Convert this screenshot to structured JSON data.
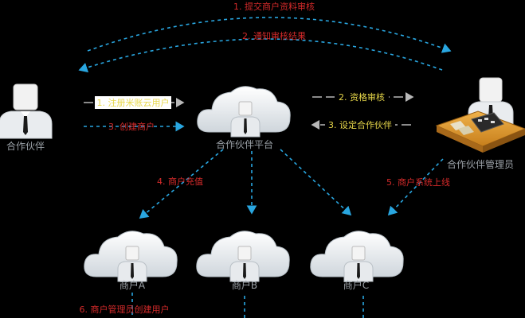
{
  "actors": {
    "partner": "合作伙伴",
    "platform": "合作伙伴平台",
    "admin": "合作伙伴管理员",
    "merchant_a": "商户A",
    "merchant_b": "商户B",
    "merchant_c": "商户C"
  },
  "steps": {
    "s1_submit": "1. 提交商户资料审核",
    "s2_notify": "2. 通知审核结果",
    "s1_register": "1. 注册米账云用户",
    "s2_qualify": "2. 资格审核",
    "s3_set_partner": "3. 设定合作伙伴",
    "s3_create_merchant": "3. 创建商户",
    "s4_recharge": "4. 商户充值",
    "s5_online": "5. 商户系统上线",
    "s6_create_user": "6. 商户管理员创建用户"
  },
  "colors": {
    "background": "#000000",
    "arrow": "#29a6e0",
    "label_red": "#d42a2a",
    "label_yellow": "#e8d84a",
    "caption": "#9aa0a6"
  }
}
